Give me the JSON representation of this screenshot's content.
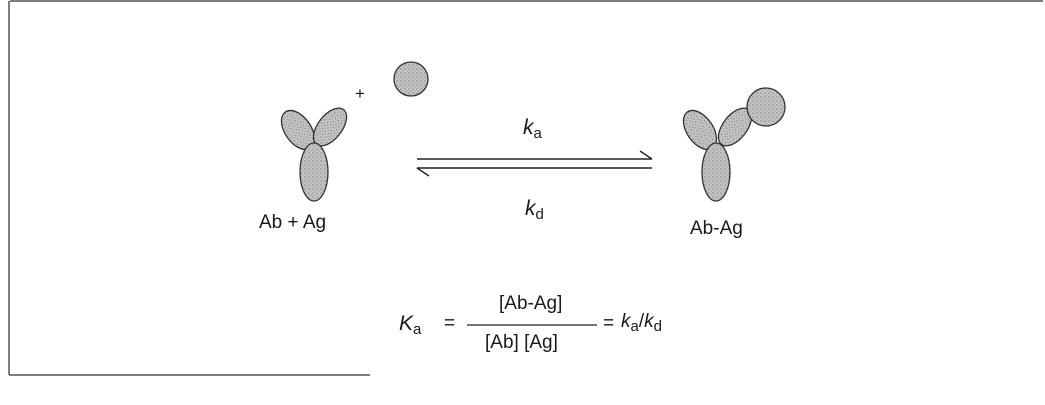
{
  "reactant_label": "Ab + Ag",
  "product_label": "Ab-Ag",
  "plus_sign": "+",
  "forward_rate": {
    "symbol": "k",
    "subscript": "a"
  },
  "reverse_rate": {
    "symbol": "k",
    "subscript": "d"
  },
  "equation": {
    "lhs_symbol": "K",
    "lhs_subscript": "a",
    "equals": "=",
    "numerator": "[Ab-Ag]",
    "denominator": "[Ab] [Ag]",
    "rhs_k1": "k",
    "rhs_k1_sub": "a",
    "slash": "/",
    "rhs_k2": "k",
    "rhs_k2_sub": "d"
  },
  "colors": {
    "frame": "#444444",
    "shape_fill": "#b8b8b8",
    "shape_stroke": "#333333"
  }
}
